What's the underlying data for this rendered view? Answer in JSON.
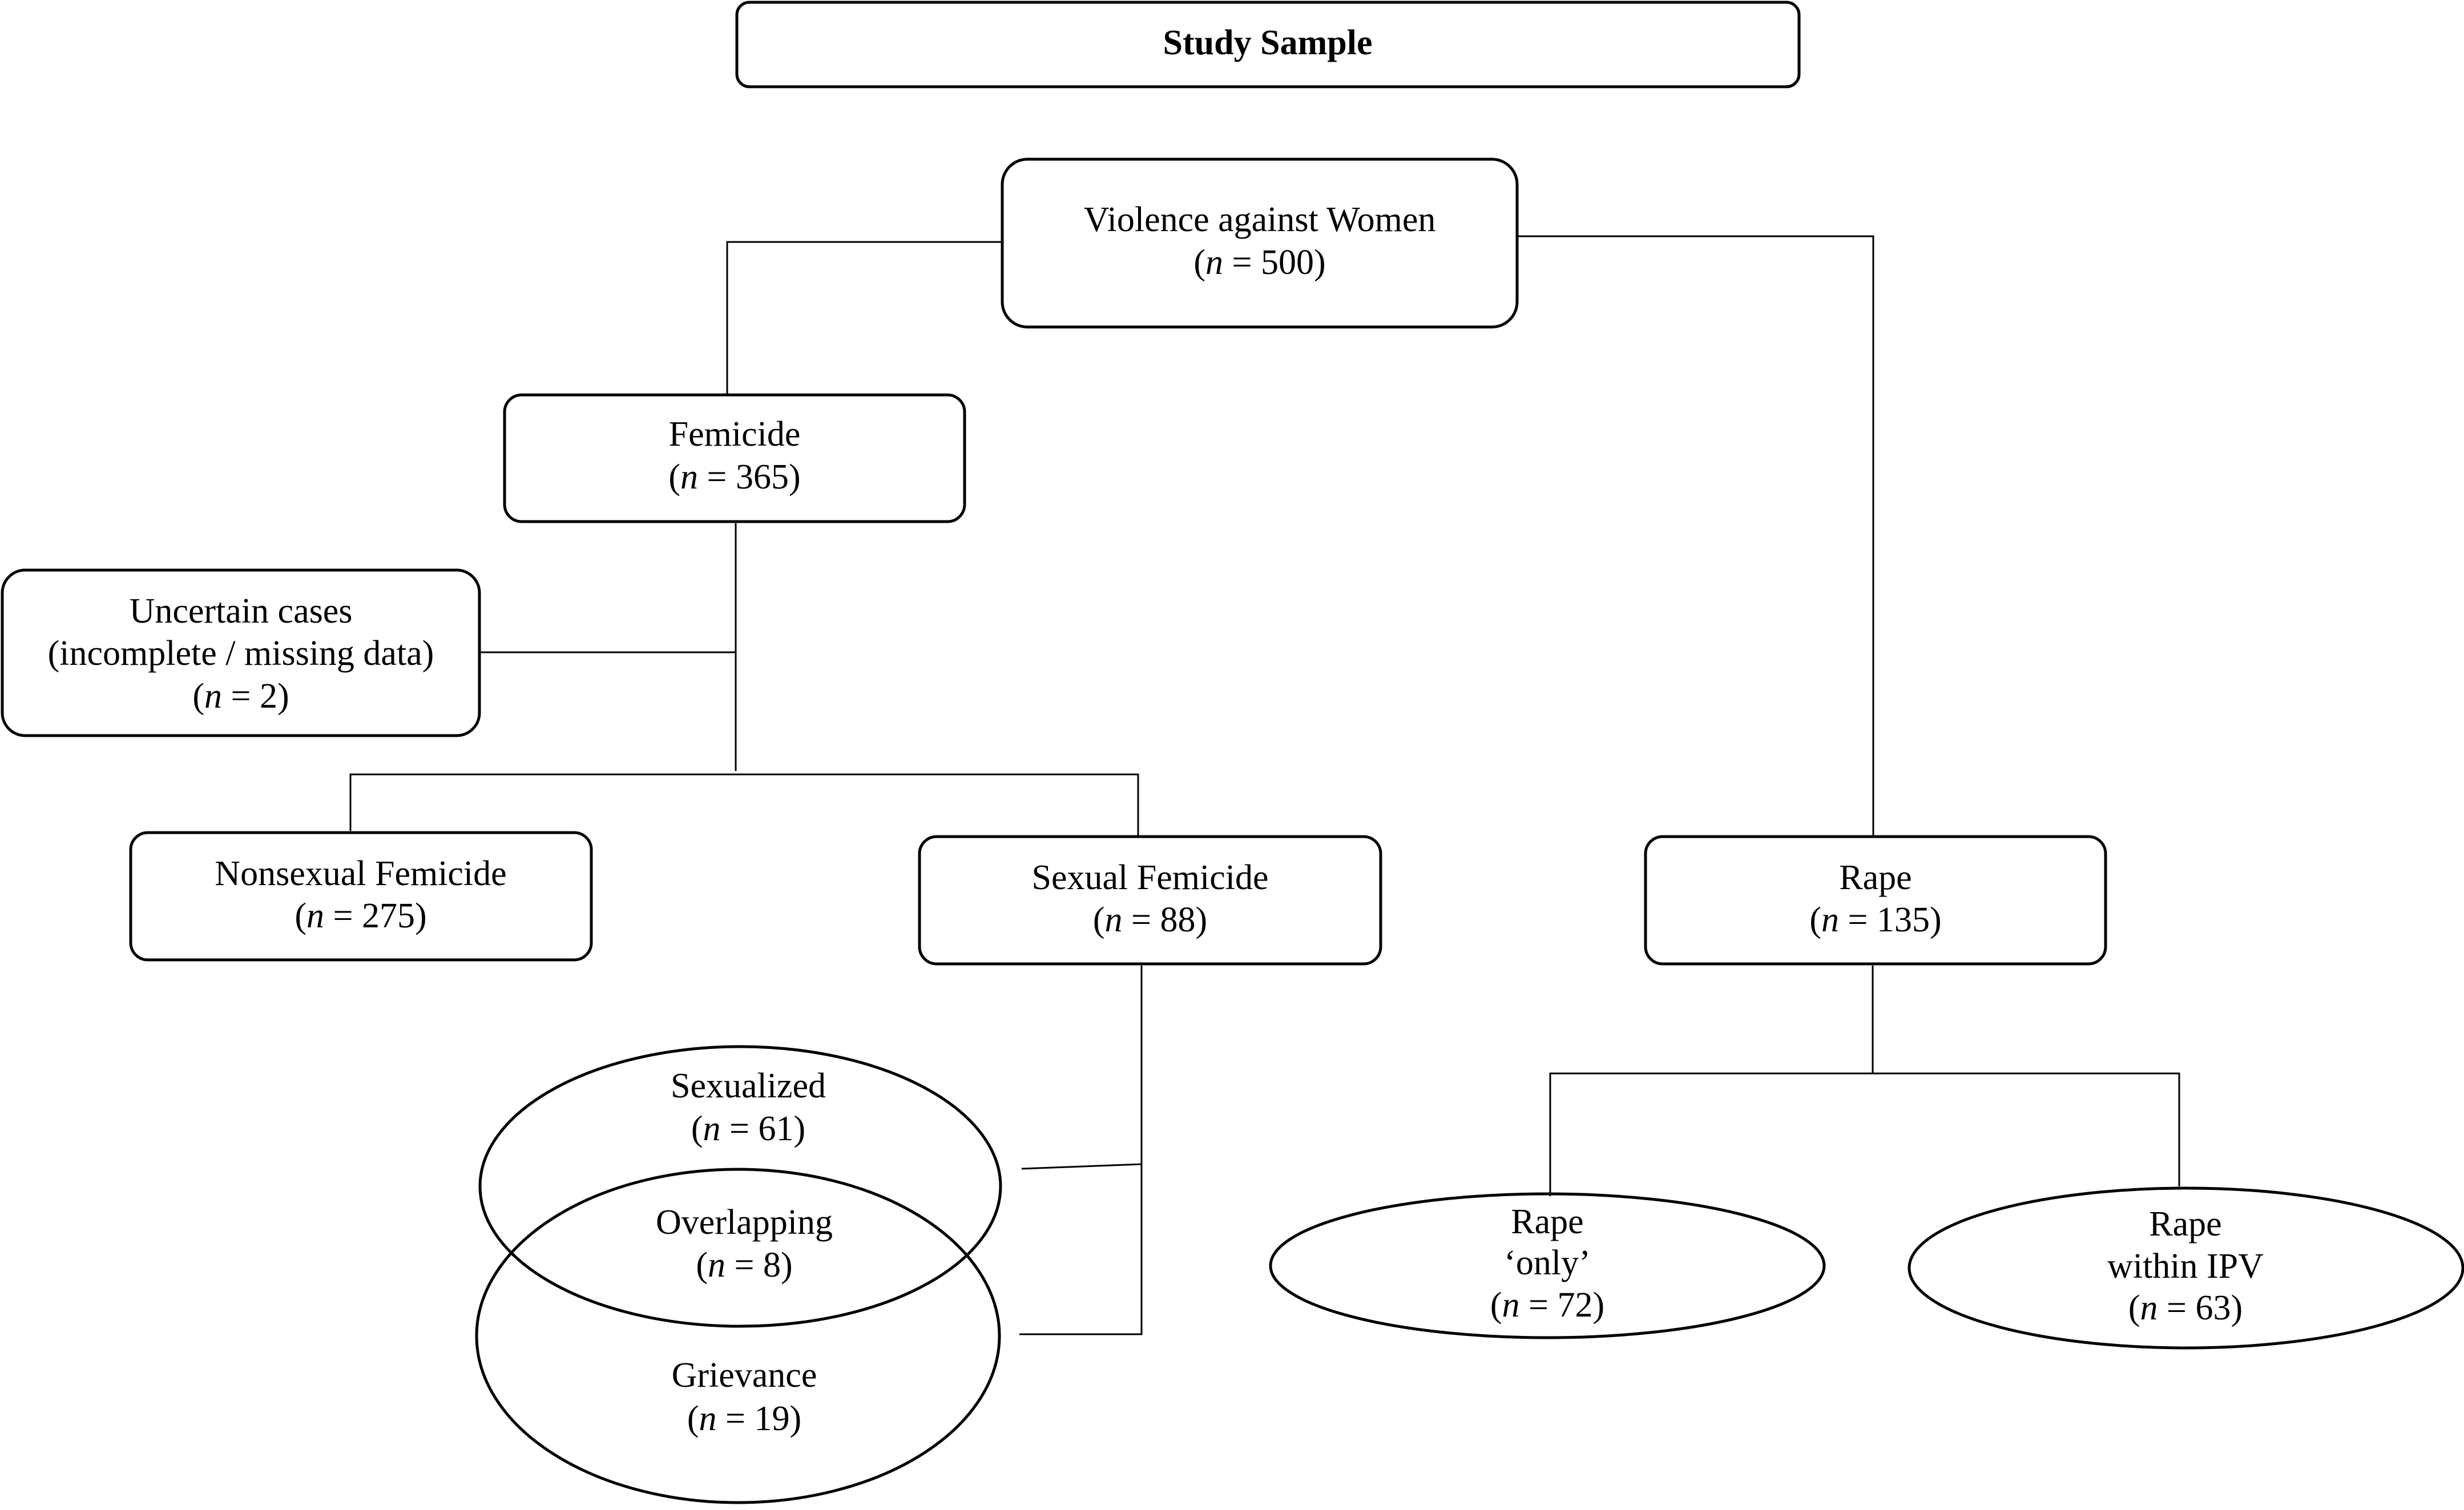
{
  "title": "Study Sample",
  "nodes": {
    "vaw": {
      "label": "Violence against Women",
      "n_var": "n",
      "n_rest": " = 500)",
      "open": "("
    },
    "femicide": {
      "label": "Femicide",
      "n_var": "n",
      "n_rest": " = 365)",
      "open": "("
    },
    "uncertain": {
      "label1": "Uncertain cases",
      "label2": "(incomplete / missing data)",
      "n_var": "n",
      "n_rest": " = 2)",
      "open": "("
    },
    "nonsexual": {
      "label": "Nonsexual Femicide",
      "n_var": "n",
      "n_rest": " = 275)",
      "open": "("
    },
    "sexual": {
      "label": "Sexual Femicide",
      "n_var": "n",
      "n_rest": " = 88)",
      "open": "("
    },
    "rape": {
      "label": "Rape",
      "n_var": "n",
      "n_rest": " = 135)",
      "open": "("
    },
    "sexualized": {
      "label": "Sexualized",
      "n_var": "n",
      "n_rest": " = 61)",
      "open": "("
    },
    "overlapping": {
      "label": "Overlapping",
      "n_var": "n",
      "n_rest": " = 8)",
      "open": "("
    },
    "grievance": {
      "label": "Grievance",
      "n_var": "n",
      "n_rest": " = 19)",
      "open": "("
    },
    "rape_only": {
      "label1": "Rape",
      "label2": "‘only’",
      "n_var": "n",
      "n_rest": " = 72)",
      "open": "("
    },
    "rape_ipv": {
      "label1": "Rape",
      "label2": "within IPV",
      "n_var": "n",
      "n_rest": " = 63)",
      "open": "("
    }
  }
}
